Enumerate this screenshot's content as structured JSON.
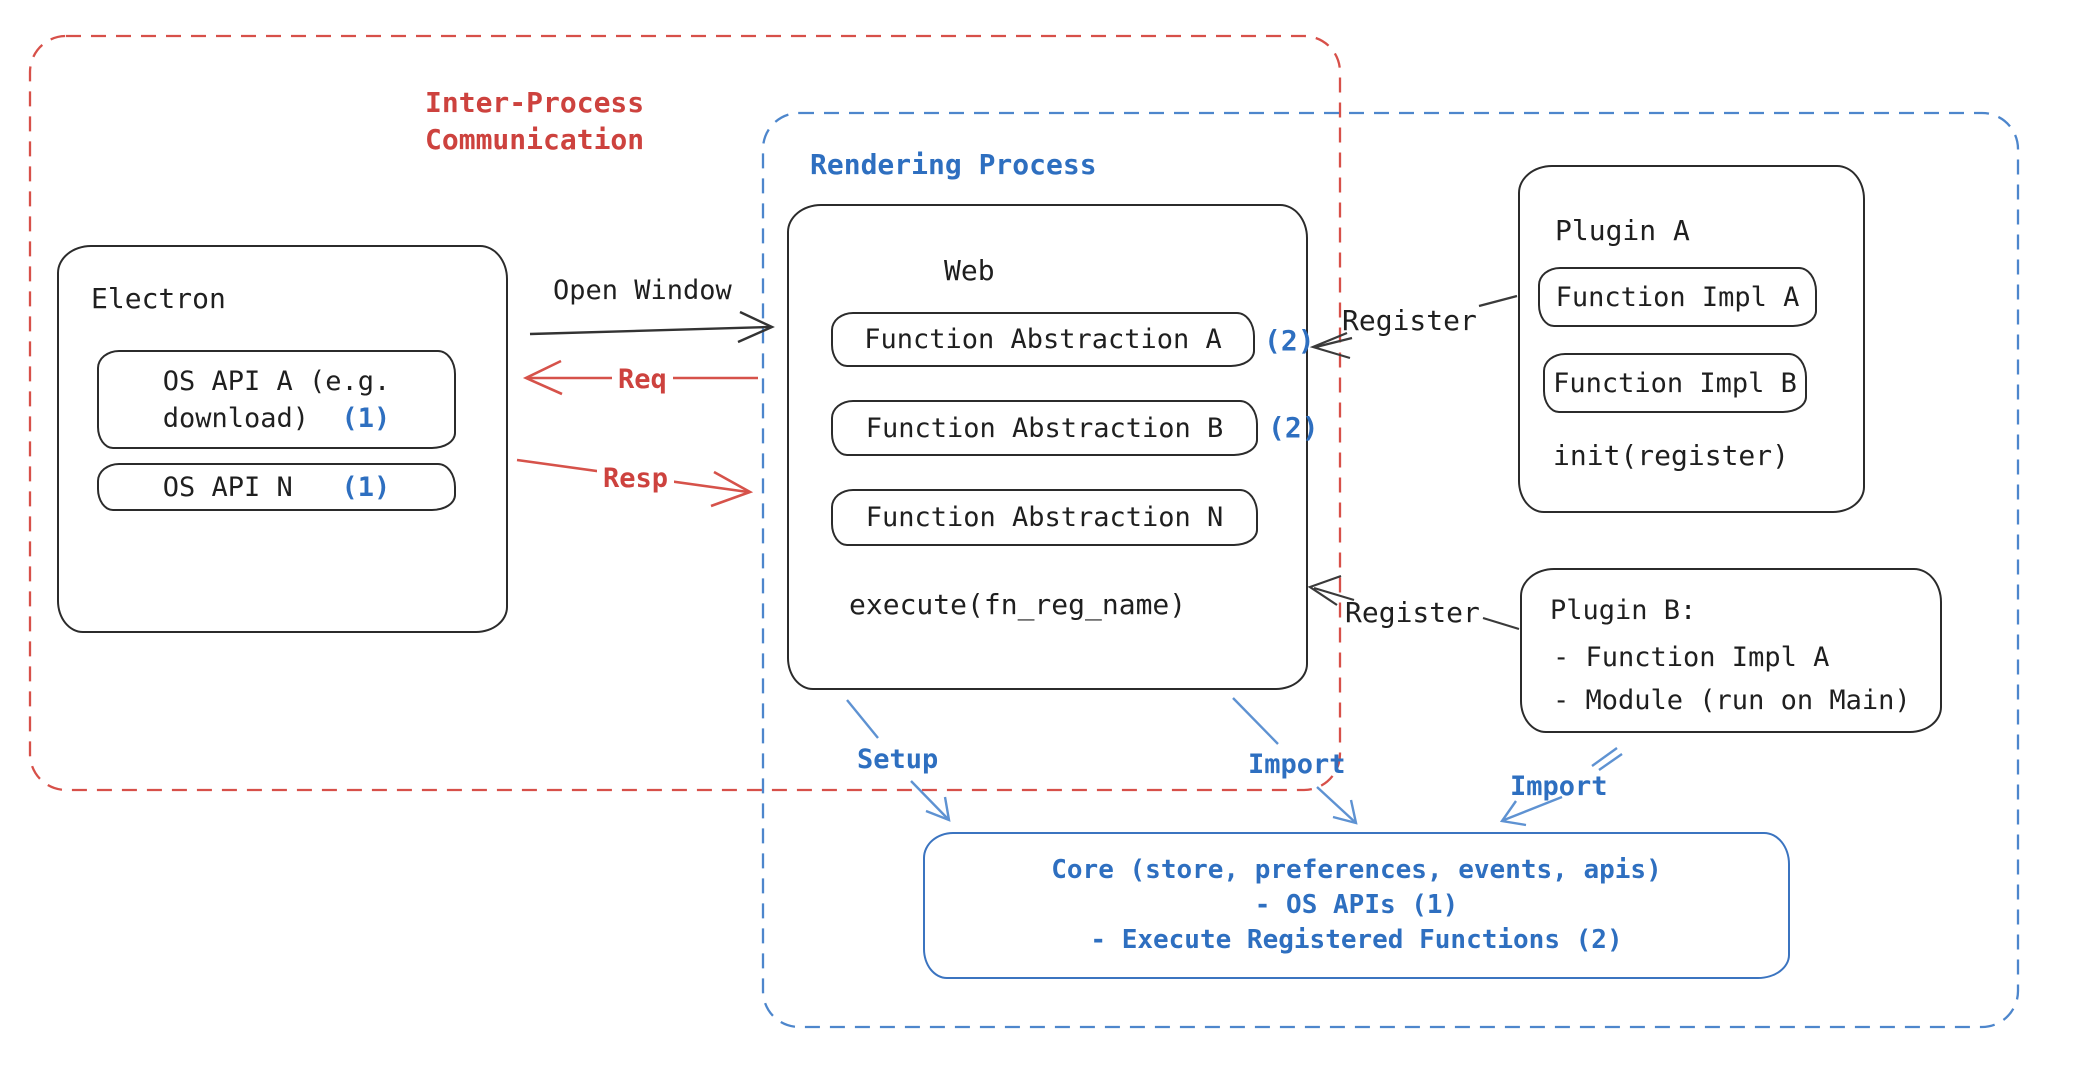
{
  "ipc": {
    "line1": "Inter-Process",
    "line2": "Communication"
  },
  "rendering": {
    "title": "Rendering Process"
  },
  "electron": {
    "title": "Electron",
    "api_a_line1": "OS API A (e.g.",
    "api_a_line2": "download)",
    "api_a_ref": "(1)",
    "api_n_label": "OS API N",
    "api_n_ref": "(1)"
  },
  "web": {
    "title": "Web",
    "fa_a": "Function Abstraction A",
    "fa_a_ref": "(2)",
    "fa_b": "Function Abstraction B",
    "fa_b_ref": "(2)",
    "fa_n": "Function Abstraction N",
    "execute_label": "execute(fn_reg_name)"
  },
  "plugin_a": {
    "title": "Plugin A",
    "impl_a": "Function Impl A",
    "impl_b": "Function Impl B",
    "init_label": "init(register)"
  },
  "plugin_b": {
    "title": "Plugin B:",
    "item1": "- Function Impl A",
    "item2": "- Module (run on Main)"
  },
  "core": {
    "line1": "Core (store, preferences, events, apis)",
    "line2": "- OS APIs (1)",
    "line3": "- Execute Registered Functions (2)"
  },
  "labels": {
    "open_window": "Open Window",
    "req": "Req",
    "resp": "Resp",
    "register_a": "Register",
    "register_b": "Register",
    "setup": "Setup",
    "import_web": "Import",
    "import_plugin": "Import"
  },
  "colors": {
    "red": "#cd423e",
    "blue": "#2e6fc0",
    "ink": "#1f1f1f"
  }
}
